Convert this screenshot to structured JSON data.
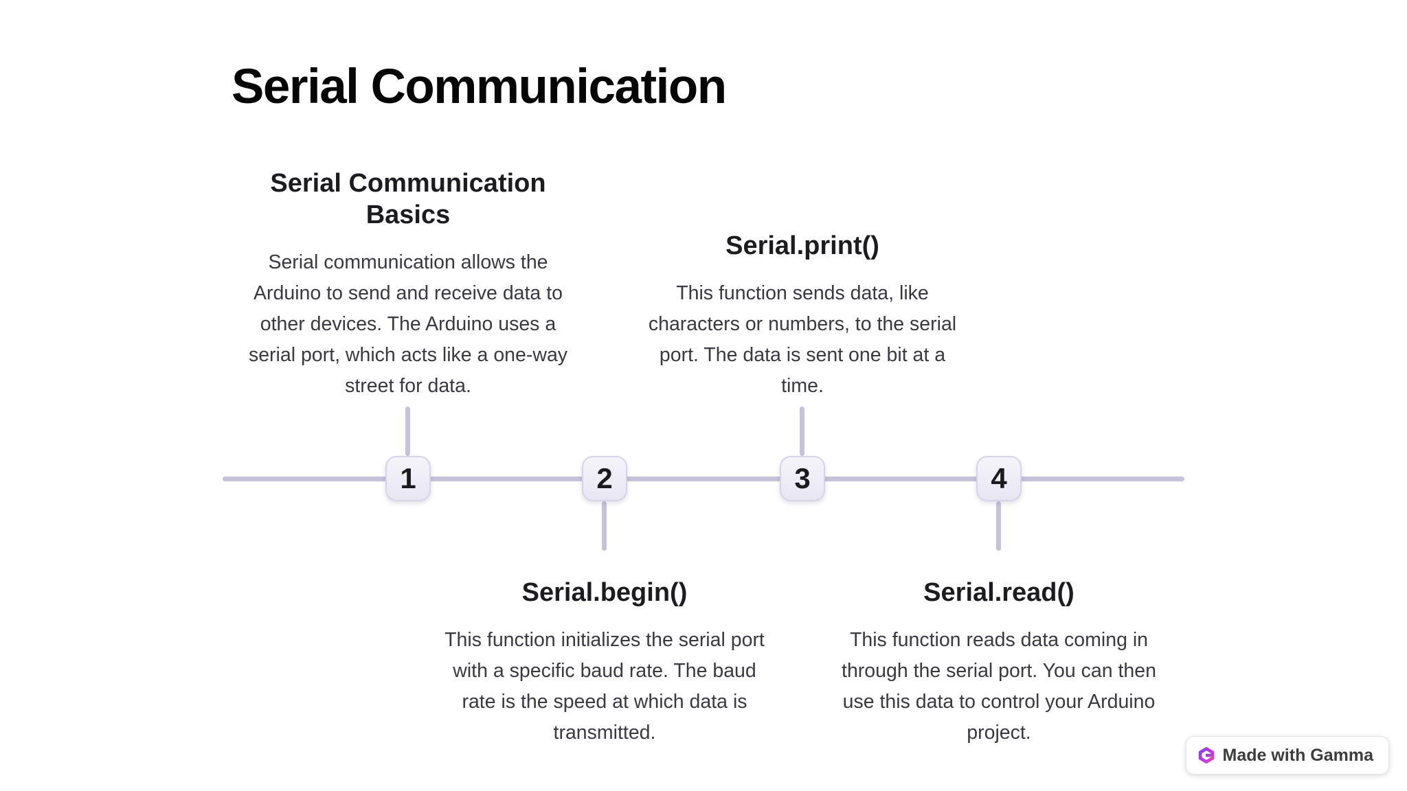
{
  "page": {
    "title": "Serial Communication"
  },
  "timeline": {
    "accent_color": "#c5c2d9",
    "marker_fill": "#ece9f4",
    "marker_border": "#d6d4e6",
    "steps": [
      {
        "number": "1",
        "title": "Serial Communication Basics",
        "description": "Serial communication allows the Arduino to send and receive data to other devices. The Arduino uses a serial port, which acts like a one-way street for data.",
        "position": "above"
      },
      {
        "number": "2",
        "title": "Serial.begin()",
        "description": "This function initializes the serial port with a specific baud rate. The baud rate is the speed at which data is transmitted.",
        "position": "below"
      },
      {
        "number": "3",
        "title": "Serial.print()",
        "description": "This function sends data, like characters or numbers, to the serial port. The data is sent one bit at a time.",
        "position": "above"
      },
      {
        "number": "4",
        "title": "Serial.read()",
        "description": "This function reads data coming in through the serial port. You can then use this data to control your Arduino project.",
        "position": "below"
      }
    ]
  },
  "badge": {
    "label": "Made with Gamma",
    "logo_gradient_start": "#7c3aed",
    "logo_gradient_end": "#ec4899"
  }
}
